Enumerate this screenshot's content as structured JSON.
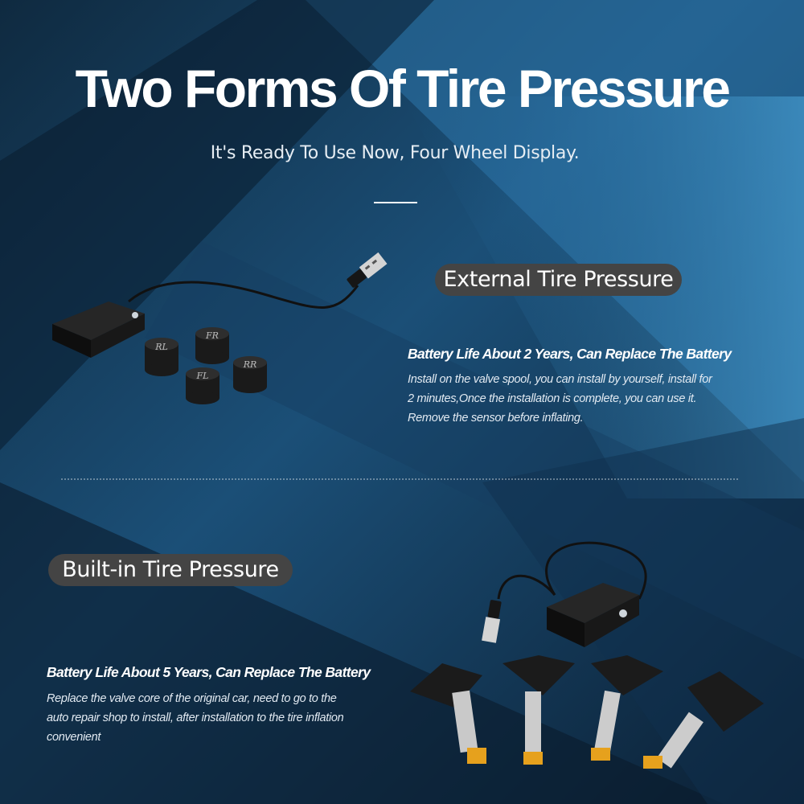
{
  "title": "Two Forms Of Tire Pressure",
  "subtitle": "It's Ready To Use Now, Four Wheel Display.",
  "external": {
    "label": "External Tire Pressure",
    "heading": "Battery Life About 2 Years, Can Replace The Battery",
    "lines": [
      "Install on the valve spool, you can install by yourself, install for",
      "2 minutes,Once the installation is complete, you can use it.",
      "Remove the sensor before inflating."
    ],
    "caps": [
      "RL",
      "FR",
      "FL",
      "RR"
    ]
  },
  "builtin": {
    "label": "Built-in Tire Pressure",
    "heading": "Battery Life About 5 Years, Can Replace The Battery",
    "lines": [
      "Replace the valve core of the original car, need to go to the",
      "auto repair shop to install, after installation to the tire inflation",
      " convenient"
    ]
  },
  "colors": {
    "background_dark": "#0d2438",
    "background_light": "#3a8cc4",
    "pill": "#444444",
    "text": "#ffffff"
  }
}
